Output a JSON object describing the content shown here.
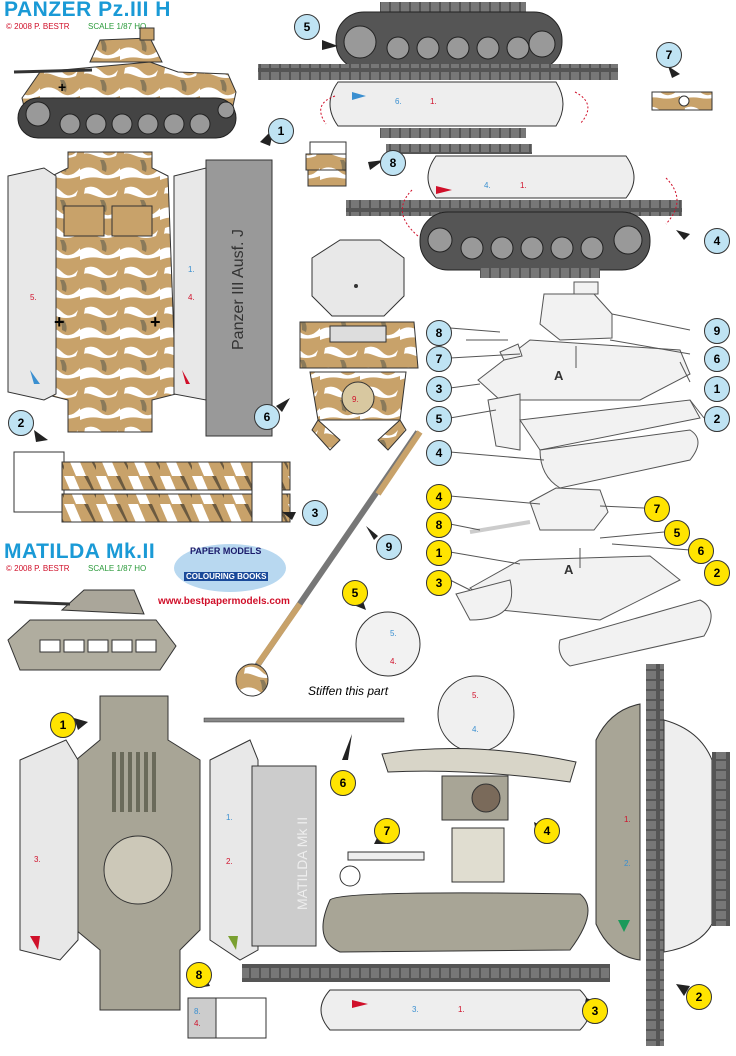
{
  "panzer": {
    "title": "PANZER Pz.III H",
    "copyright": "© 2008 P. BESTR",
    "scale": "SCALE 1/87 HO",
    "hull_text": "Panzer III Ausf. J",
    "callouts": [
      "1",
      "2",
      "3",
      "4",
      "5",
      "6",
      "7",
      "8",
      "9"
    ],
    "assembly_labels": [
      "A"
    ]
  },
  "matilda": {
    "title": "MATILDA Mk.II",
    "copyright": "© 2008 P. BESTR",
    "scale": "SCALE 1/87 HO",
    "hull_text": "MATILDA Mk II",
    "callouts": [
      "1",
      "2",
      "3",
      "4",
      "5",
      "6",
      "7",
      "8"
    ],
    "assembly_labels": [
      "A"
    ]
  },
  "logo": {
    "line1": "PAPER MODELS",
    "line2": "COLOURING BOOKS",
    "url": "www.bestpapermodels.com"
  },
  "instruction": "Stiffen this part",
  "colors": {
    "camo_tan": "#c8a26a",
    "camo_white": "#ffffff",
    "gray": "#9a9a90",
    "blue_bubble": "#bfe3f3",
    "yellow_bubble": "#ffe400",
    "title_blue": "#1a9ad6"
  }
}
